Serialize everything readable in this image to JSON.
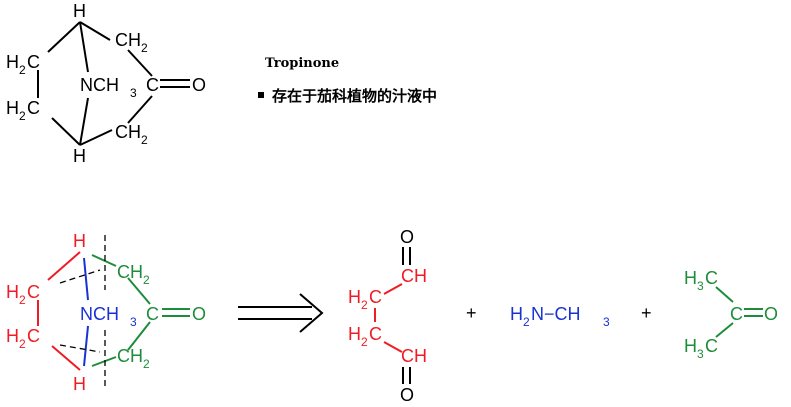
{
  "compound": {
    "name": "Tropinone",
    "note": "存在于茄科植物的汁液中"
  },
  "labels": {
    "H": "H",
    "CH2": "CH",
    "H2C": "H",
    "C_in_H2C": "C",
    "sub2": "2",
    "NCH3": "NCH",
    "sub3": "3",
    "C": "C",
    "O": "O",
    "CH": "CH",
    "H2N": "H",
    "N_dash_CH": "N−CH",
    "H3C": "H",
    "sub3b": "3",
    "plus": "+"
  },
  "colors": {
    "red_fragment": "#ee1c24",
    "green_fragment": "#1e8c3a",
    "blue_fragment": "#1a32d2",
    "black": "#000000"
  },
  "arrow": "retrosynthesis-arrow"
}
